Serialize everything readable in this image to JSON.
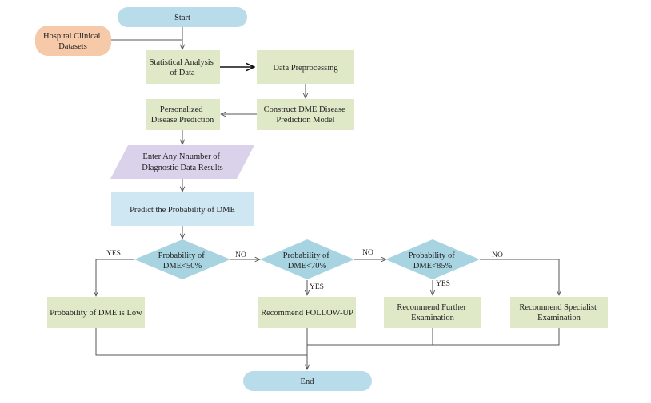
{
  "colors": {
    "terminal": "#b9dcea",
    "input": "#f6c9a8",
    "process": "#dfe9c7",
    "parallelogram": "#d9d2ea",
    "highlight": "#cfe6f3",
    "decision": "#a8d4e2",
    "edge": "#555555"
  },
  "nodes": {
    "start": {
      "label": "Start"
    },
    "hospital": {
      "line1": "Hospital Clinical",
      "line2": "Datasets"
    },
    "stat": {
      "line1": "Statistical Analysis",
      "line2": "of Data"
    },
    "prep": {
      "label": "Data Preprocessing"
    },
    "construct": {
      "line1": "Construct  DME Disease",
      "line2": "Prediction Model"
    },
    "personal": {
      "line1": "Personalized",
      "line2": "Disease Prediction"
    },
    "enter": {
      "line1": "Enter Any Nnumber of",
      "line2": "Dlagnostic Data Results"
    },
    "predict": {
      "label": "Predict the Probability of DME"
    },
    "d50": {
      "line1": "Probability of",
      "line2": "DME<50%"
    },
    "d70": {
      "line1": "Probability of",
      "line2": "DME<70%"
    },
    "d85": {
      "line1": "Probability of",
      "line2": "DME<85%"
    },
    "low": {
      "label": "Probability of DME is Low"
    },
    "followup": {
      "label": "Recommend FOLLOW-UP"
    },
    "further": {
      "line1": "Recommend Further",
      "line2": "Examination"
    },
    "specialist": {
      "line1": "Recommend Specialist",
      "line2": "Examination"
    },
    "end": {
      "label": "End"
    }
  },
  "conditions": {
    "yes": "YES",
    "no": "NO"
  }
}
